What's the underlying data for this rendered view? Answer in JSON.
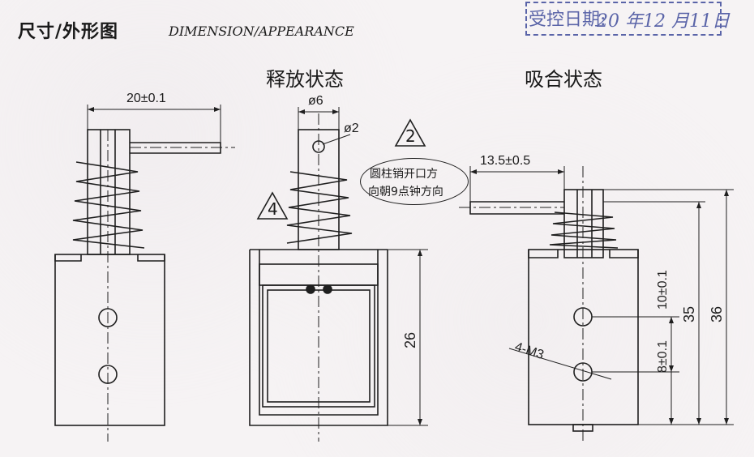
{
  "header": {
    "title_cn": "尺寸/外形图",
    "title_en": "DIMENSION/APPEARANCE"
  },
  "stamp": {
    "label": "受控日期:",
    "date": "20 年12 月11日",
    "color": "#5a64a8"
  },
  "views": {
    "released_title": "释放状态",
    "attracted_title": "吸合状态"
  },
  "dimensions": {
    "left_width": "20±0.1",
    "dia_top": "ø6",
    "dia_hole": "ø2",
    "height_26": "26",
    "pin_length": "13.5±0.5",
    "height_35": "35",
    "height_36": "36",
    "hole_spacing": "10±0.1",
    "hole_bottom": "8±0.1",
    "thread": "4-M3"
  },
  "markers": {
    "note2": "2",
    "note4": "4"
  },
  "note_text": {
    "line1": "圆柱销开口方",
    "line2": "向朝9点钟方向"
  }
}
